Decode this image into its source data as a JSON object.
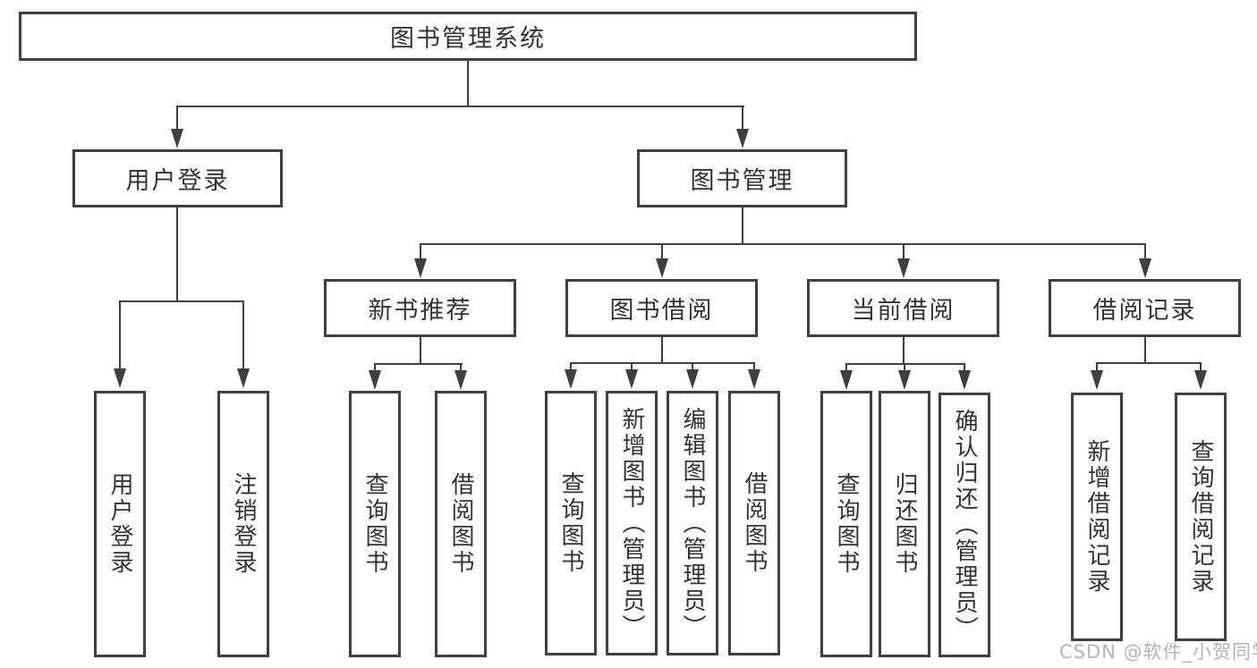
{
  "diagram": {
    "title_node": {
      "label": "图书管理系统"
    },
    "level2": [
      {
        "id": "user-login",
        "label": "用户登录"
      },
      {
        "id": "book-management",
        "label": "图书管理"
      }
    ],
    "level3": [
      {
        "id": "new-book-recommendation",
        "label": "新书推荐"
      },
      {
        "id": "book-borrowing",
        "label": "图书借阅"
      },
      {
        "id": "current-borrowing",
        "label": "当前借阅"
      },
      {
        "id": "borrowing-records",
        "label": "借阅记录"
      }
    ],
    "leaves": {
      "user_login": [
        {
          "label": "用户登录"
        },
        {
          "label": "注销登录"
        }
      ],
      "new_book": [
        {
          "label": "查询图书"
        },
        {
          "label": "借阅图书"
        }
      ],
      "book_borrow": [
        {
          "label": "查询图书"
        },
        {
          "label": "新增图书（管理员）"
        },
        {
          "label": "编辑图书（管理员）"
        },
        {
          "label": "借阅图书"
        }
      ],
      "current_borrow": [
        {
          "label": "查询图书"
        },
        {
          "label": "归还图书"
        },
        {
          "label": "确认归还（管理员）"
        }
      ],
      "borrow_records": [
        {
          "label": "新增借阅记录"
        },
        {
          "label": "查询借阅记录"
        }
      ]
    }
  },
  "watermark": {
    "text": "CSDN @软件_小贺同学",
    "color": "#b4b4b4"
  },
  "colors": {
    "line": "#3f3f3f",
    "text": "#333333",
    "background": "#ffffff"
  }
}
